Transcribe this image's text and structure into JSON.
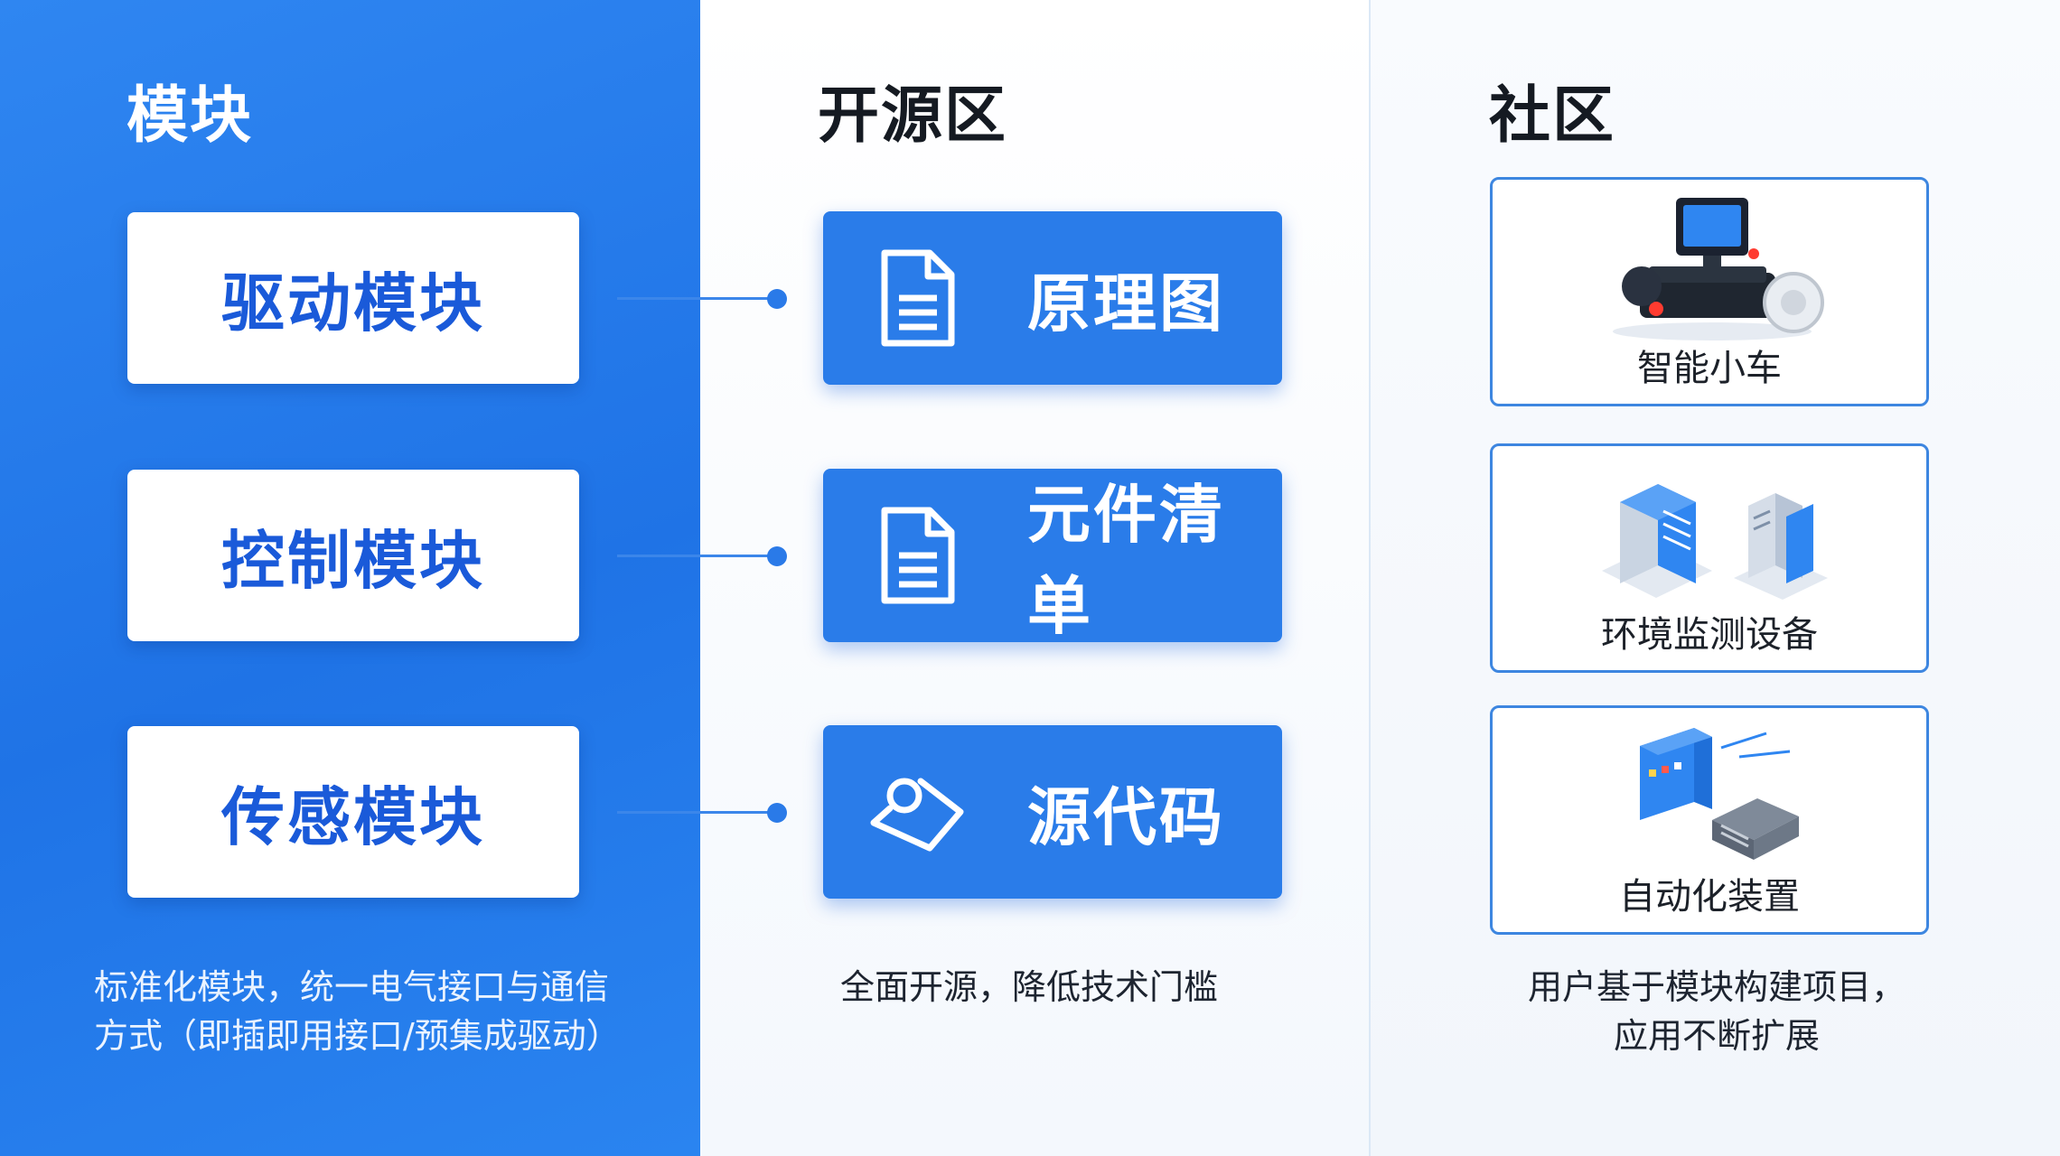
{
  "columns": {
    "modules": {
      "title": "模块",
      "items": [
        "驱动模块",
        "控制模块",
        "传感模块"
      ],
      "caption_lines": [
        "标准化模块，统一电气接口与通信",
        "方式（即插即用接口/预集成驱动）"
      ]
    },
    "open_source": {
      "title": "开源区",
      "items": [
        {
          "label": "原理图",
          "icon": "document-icon"
        },
        {
          "label": "元件清单",
          "icon": "document-icon"
        },
        {
          "label": "源代码",
          "icon": "code-tag-icon"
        }
      ],
      "caption": "全面开源，降低技术门槛"
    },
    "community": {
      "title": "社区",
      "items": [
        {
          "label": "智能小车",
          "icon": "robot-car-icon"
        },
        {
          "label": "环境监测设备",
          "icon": "server-tower-icon"
        },
        {
          "label": "自动化装置",
          "icon": "automation-device-icon"
        }
      ],
      "caption_lines": [
        "用户基于模块构建项目，",
        "应用不断扩展"
      ]
    }
  },
  "colors": {
    "brand_blue": "#2a7ce9",
    "module_text": "#1a5ad9",
    "card_border": "#3d86e0"
  }
}
